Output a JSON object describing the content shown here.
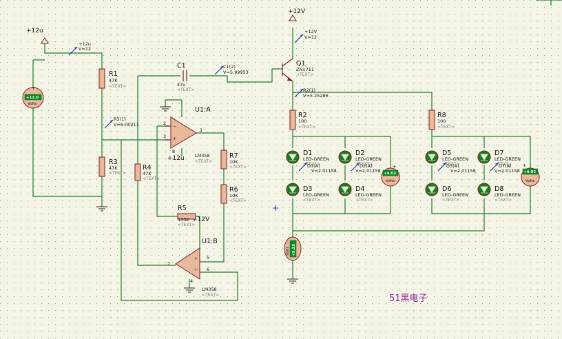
{
  "supplies": [
    {
      "id": "top-supply",
      "label": "+12V"
    },
    {
      "id": "left-supply",
      "label": "+12u"
    },
    {
      "id": "opamp-supply",
      "label": "+12u"
    },
    {
      "id": "r5-supply",
      "label": "+12V"
    }
  ],
  "probes": [
    {
      "id": "probe-left-12v",
      "name": "+12u",
      "value": "V=12"
    },
    {
      "id": "probe-top-12v",
      "name": "+12V",
      "value": "V=12"
    },
    {
      "id": "probe-c1",
      "name": "C1(2)",
      "value": "V=5.99953"
    },
    {
      "id": "probe-r3",
      "name": "R3(1)",
      "value": "V=6.00211"
    },
    {
      "id": "probe-r2",
      "name": "R2(1)",
      "value": "V=5.25286"
    },
    {
      "id": "probe-d1",
      "name": "D1(A)",
      "value": "V=2.01158"
    },
    {
      "id": "probe-d2",
      "name": "D2(A)",
      "value": "V=2.01158"
    },
    {
      "id": "probe-d5",
      "name": "D5(A)",
      "value": "V=2.01158"
    },
    {
      "id": "probe-d7",
      "name": "D7(A)",
      "value": "V=2.01158"
    }
  ],
  "components": {
    "R1": {
      "name": "R1",
      "value": "47K",
      "text": "<TEXT>"
    },
    "R3": {
      "name": "R3",
      "value": "47K",
      "text": "<TEXT>"
    },
    "R4": {
      "name": "R4",
      "value": "47K",
      "text": "<TEXT>"
    },
    "R2": {
      "name": "R2",
      "value": "100",
      "text": "<TEXT>"
    },
    "R8": {
      "name": "R8",
      "value": "100",
      "text": "<TEXT>"
    },
    "R7": {
      "name": "R7",
      "value": "10K",
      "text": "<TEXT>"
    },
    "R6": {
      "name": "R6",
      "value": "10K",
      "text": "<TEXT>"
    },
    "R5": {
      "name": "R5",
      "value": "100K",
      "text": "<TEXT>"
    },
    "C1": {
      "name": "C1",
      "value": "47u",
      "text": "<TEXT>"
    },
    "Q1": {
      "name": "Q1",
      "value": "ZN1711",
      "text": "<TEXT>"
    },
    "U1A": {
      "name": "U1:A",
      "value": "LM358",
      "text": "<TEXT>"
    },
    "U1B": {
      "name": "U1:B",
      "value": "LM358",
      "text": "<TEXT>"
    },
    "D1": {
      "name": "D1",
      "value": "LED-GREEN",
      "text": "<TEXT>"
    },
    "D2": {
      "name": "D2",
      "value": "LED-GREEN",
      "text": "<TEXT>"
    },
    "D3": {
      "name": "D3",
      "value": "LED-GREEN",
      "text": "<TEXT>"
    },
    "D4": {
      "name": "D4",
      "value": "LED-GREEN",
      "text": "<TEXT>"
    },
    "D5": {
      "name": "D5",
      "value": "LED-GREEN",
      "text": "<TEXT>"
    },
    "D6": {
      "name": "D6",
      "value": "LED-GREEN",
      "text": "<TEXT>"
    },
    "D7": {
      "name": "D7",
      "value": "LED-GREEN",
      "text": "<TEXT>"
    },
    "D8": {
      "name": "D8",
      "value": "LED-GREEN",
      "text": "<TEXT>"
    }
  },
  "pins": {
    "u1a_in_neg": "2",
    "u1a_in_pos": "3",
    "u1a_out": "1",
    "u1a_vcc": "8",
    "u1b_in_neg": "6",
    "u1b_in_pos": "5",
    "u1b_out": "7",
    "u1b_gnd": "4"
  },
  "voltmeters": [
    {
      "id": "vm-left",
      "reading": "+12.0",
      "unit": "Volts"
    },
    {
      "id": "vm-led1",
      "reading": "+4.02",
      "unit": "Volts"
    },
    {
      "id": "vm-led2",
      "reading": "+4.02",
      "unit": "Volts"
    },
    {
      "id": "vm-bottom",
      "reading": "+5.25",
      "unit": "Volts"
    }
  ],
  "watermark": "51黑电子",
  "colors": {
    "wire": "#1e7a2a",
    "component": "#7a1f1f",
    "fill": "#e8b99a",
    "background": "#f4f4e6",
    "watermark": "#8a2a9a"
  }
}
